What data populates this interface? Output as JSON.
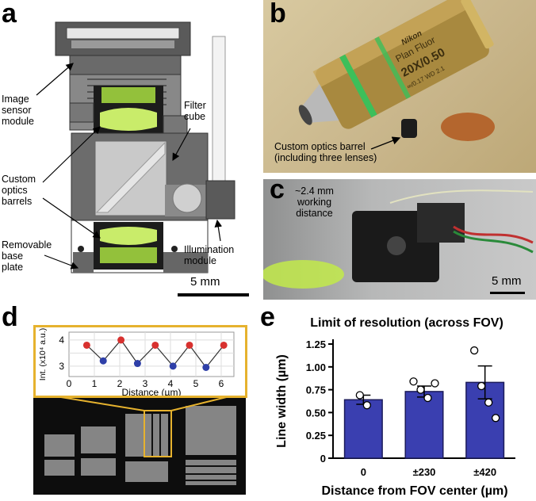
{
  "panels": {
    "a": {
      "letter": "a",
      "labels": {
        "image_sensor": "Image\nsensor\nmodule",
        "filter_cube": "Filter\ncube",
        "custom_optics": "Custom\noptics\nbarrels",
        "removable_base": "Removable\nbase\nplate",
        "illumination": "Illumination\nmodule"
      },
      "scale_bar": "5 mm"
    },
    "b": {
      "letter": "b",
      "objective_text": [
        "Nikon",
        "Plan Fluor",
        "20X/0.50",
        "∞/0.17 WD 2.1"
      ],
      "caption": "Custom optics barrel\n(including three lenses)"
    },
    "c": {
      "letter": "c",
      "annotation": "~2.4 mm\nworking\ndistance",
      "scale_bar": "5 mm"
    },
    "d": {
      "letter": "d",
      "inset": {
        "ylabel": "Int. (x10⁴ a.u.)",
        "xlabel": "Distance (µm)",
        "yticks": [
          "4",
          "3"
        ],
        "xticks": [
          "0",
          "1",
          "2",
          "3",
          "4",
          "5",
          "6"
        ]
      }
    },
    "e": {
      "letter": "e"
    }
  },
  "chart_data": [
    {
      "type": "line",
      "panel": "d-inset",
      "xlabel": "Distance (µm)",
      "ylabel": "Int. (x10⁴ a.u.)",
      "xlim": [
        0,
        6.5
      ],
      "ylim": [
        2.6,
        4.3
      ],
      "x": [
        0.7,
        1.35,
        2.05,
        2.7,
        3.4,
        4.1,
        4.75,
        5.4,
        6.1
      ],
      "y": [
        3.8,
        3.2,
        4.0,
        3.1,
        3.8,
        3.0,
        3.8,
        2.95,
        3.8
      ],
      "point_colors": [
        "#d8312f",
        "#2e3fa8",
        "#d8312f",
        "#2e3fa8",
        "#d8312f",
        "#2e3fa8",
        "#d8312f",
        "#2e3fa8",
        "#d8312f"
      ]
    },
    {
      "type": "bar",
      "panel": "e",
      "title": "Limit of resolution (across FOV)",
      "xlabel": "Distance from FOV center (µm)",
      "ylabel": "Line width (µm)",
      "categories": [
        "0",
        "±230",
        "±420"
      ],
      "values": [
        0.64,
        0.73,
        0.83
      ],
      "errors": [
        0.05,
        0.06,
        0.18
      ],
      "points": [
        [
          0.69,
          0.58
        ],
        [
          0.84,
          0.75,
          0.66,
          0.82
        ],
        [
          1.18,
          0.79,
          0.61,
          0.44
        ]
      ],
      "ylim": [
        0,
        1.25
      ],
      "yticks": [
        "0",
        "0.25",
        "0.50",
        "0.75",
        "1.00",
        "1.25"
      ],
      "bar_color": "#3a3fb0"
    }
  ]
}
